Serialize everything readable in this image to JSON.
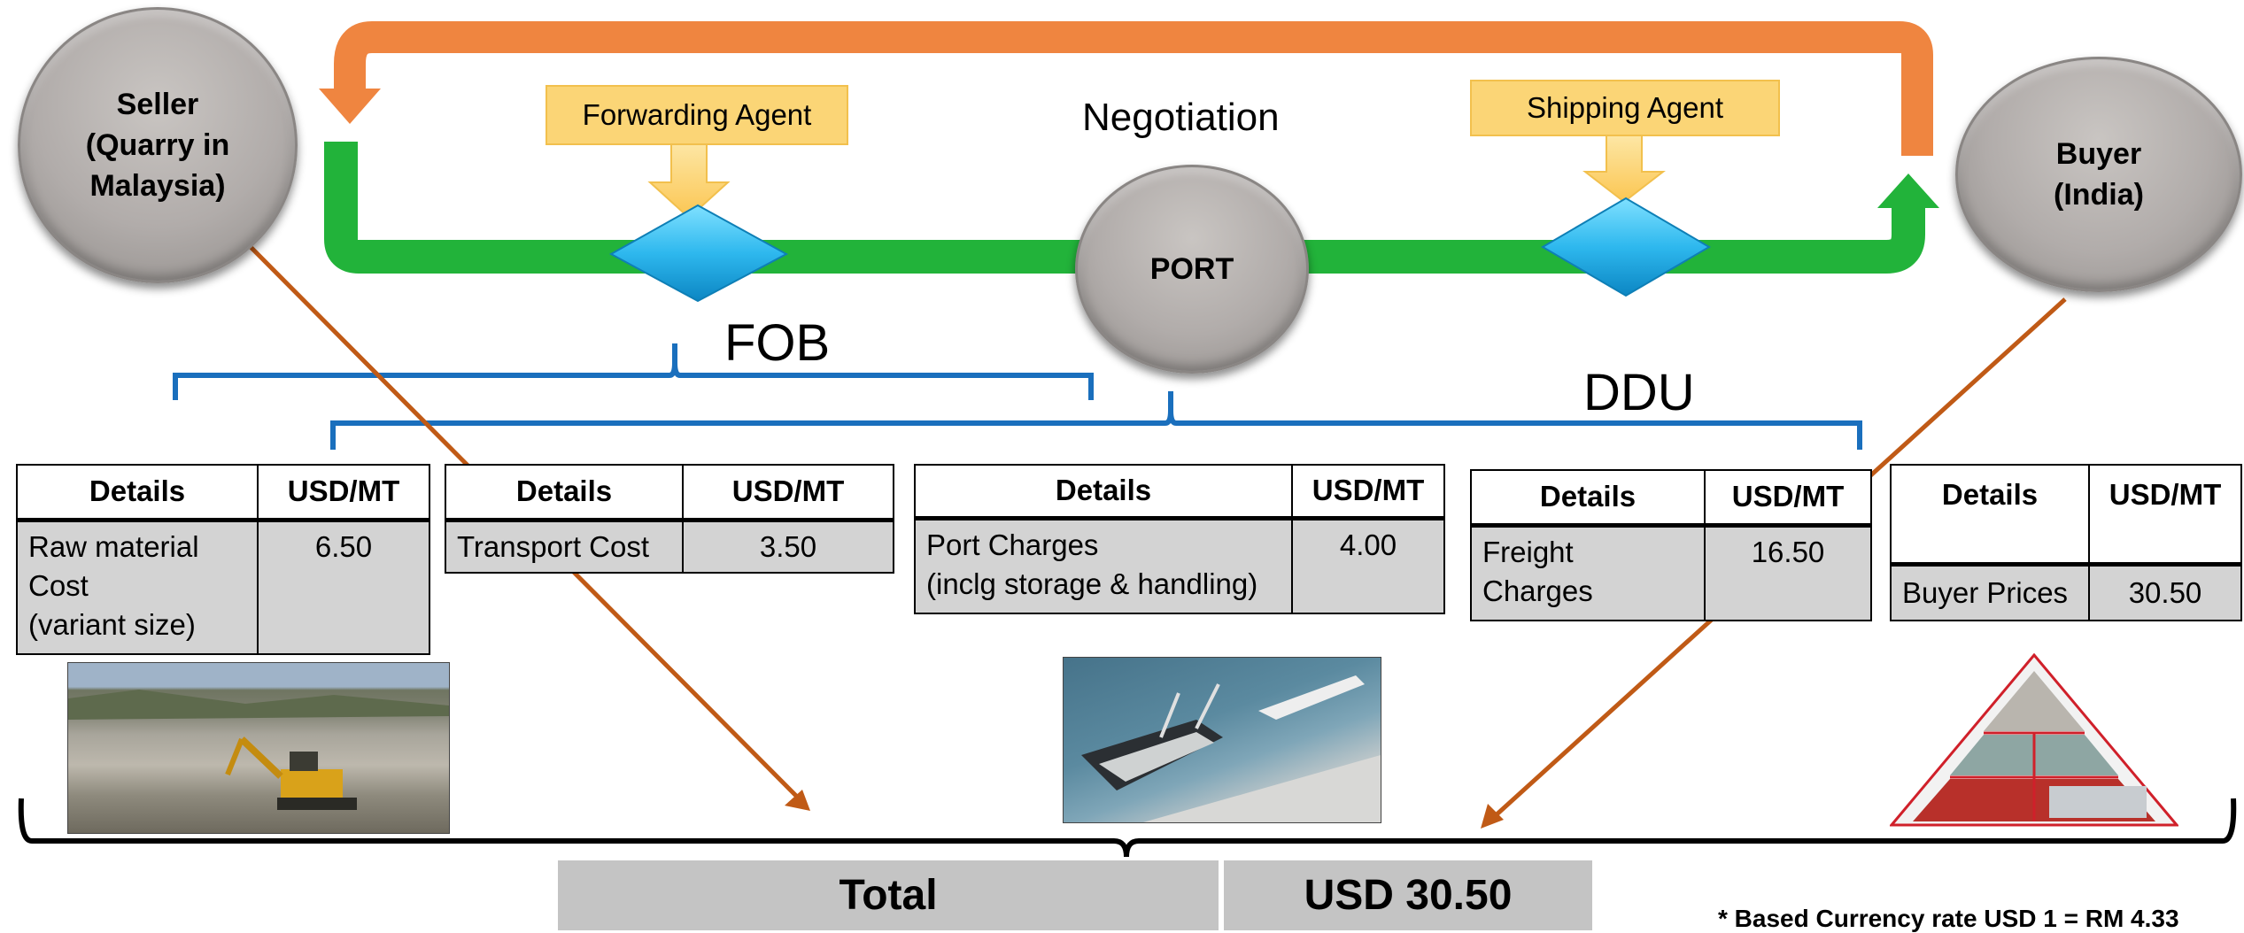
{
  "nodes": {
    "seller": "Seller\n(Quarry in\nMalaysia)",
    "buyer": "Buyer\n(India)",
    "port": "PORT"
  },
  "agents": {
    "forwarding": "Forwarding Agent",
    "shipping": "Shipping Agent"
  },
  "labels": {
    "negotiation": "Negotiation",
    "fob": "FOB",
    "ddu": "DDU"
  },
  "tables": [
    {
      "header": [
        "Details",
        "USD/MT"
      ],
      "detail": "Raw material\nCost\n(variant size)",
      "value": "6.50"
    },
    {
      "header": [
        "Details",
        "USD/MT"
      ],
      "detail": "Transport Cost",
      "value": "3.50"
    },
    {
      "header": [
        "Details",
        "USD/MT"
      ],
      "detail": "Port Charges\n(inclg storage & handling)",
      "value": "4.00"
    },
    {
      "header": [
        "Details",
        "USD/MT"
      ],
      "detail": "Freight\nCharges",
      "value": "16.50"
    },
    {
      "header": [
        "Details",
        "USD/MT"
      ],
      "detail": "Buyer Prices",
      "value": "30.50"
    }
  ],
  "total": {
    "label": "Total",
    "value": "USD 30.50"
  },
  "note": "* Based Currency rate USD 1 = RM 4.33",
  "colors": {
    "orange": "#ef8540",
    "green": "#22b33a",
    "blue": "#1a6fbd",
    "brown": "#c05a16",
    "diamond": "#31b7ea",
    "agent": "#fbd576"
  },
  "icons": [
    "quarry-photo",
    "port-photo",
    "steel-products-pyramid-image"
  ]
}
